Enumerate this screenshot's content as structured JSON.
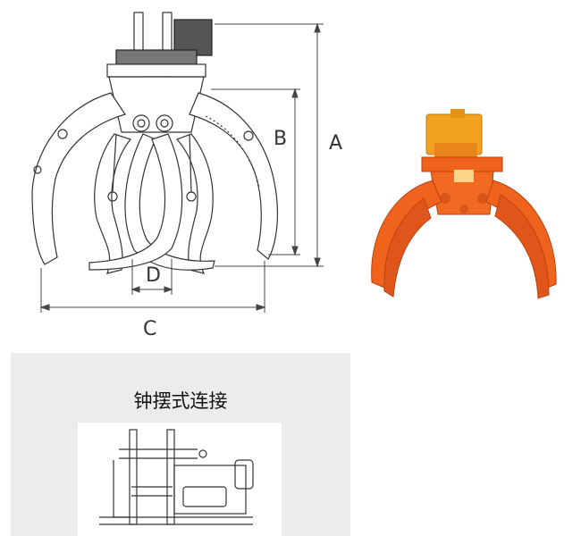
{
  "drawing": {
    "dimension_labels": {
      "a": "A",
      "b": "B",
      "c": "C",
      "d": "D"
    }
  },
  "photo": {
    "body_color": "#f0631d",
    "motor_color": "#f2a21e"
  },
  "connection_panel": {
    "title": "钟摆式连接"
  }
}
